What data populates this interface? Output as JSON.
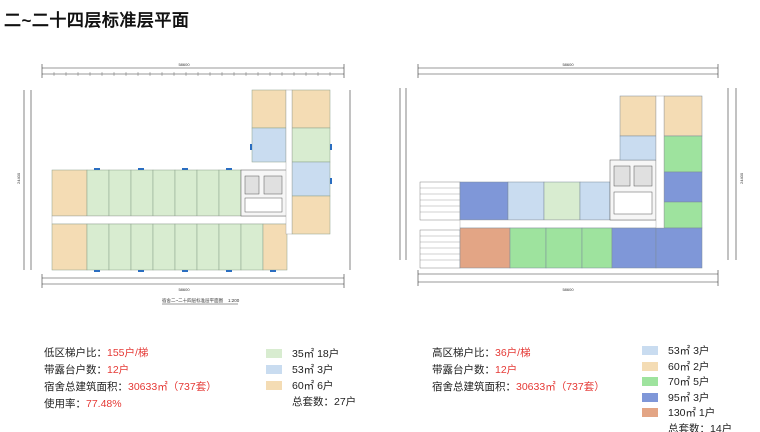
{
  "page": {
    "title": "二~二十四层标准层平面"
  },
  "left_plan": {
    "top_dimension": "58600",
    "bottom_dimension": "58600",
    "side_dimension": "24400",
    "caption": "宿舍二~二十四层标准层平面图",
    "scale": "1:200"
  },
  "right_plan": {
    "top_dimension": "58600",
    "bottom_dimension": "58600",
    "side_dimension": "24400"
  },
  "left_stats": {
    "ratio_label": "低区梯户比：",
    "ratio_value": "155户/梯",
    "balcony_label": "带露台户数：",
    "balcony_value": "12户",
    "area_label": "宿舍总建筑面积：",
    "area_value": "30633㎡（737套）",
    "usage_label": "使用率：",
    "usage_value": "77.48%"
  },
  "right_stats": {
    "ratio_label": "高区梯户比：",
    "ratio_value": "36户/梯",
    "balcony_label": "带露台户数：",
    "balcony_value": "12户",
    "area_label": "宿舍总建筑面积：",
    "area_value": "30633㎡（737套）"
  },
  "left_legend": {
    "items": [
      {
        "label": "35㎡ 18户",
        "color": "#d8ecd0"
      },
      {
        "label": "53㎡ 3户",
        "color": "#c9dcf0"
      },
      {
        "label": "60㎡ 6户",
        "color": "#f4dcb4"
      }
    ],
    "total": "总套数：27户"
  },
  "right_legend": {
    "items": [
      {
        "label": "53㎡ 3户",
        "color": "#c9dcf0"
      },
      {
        "label": "60㎡ 2户",
        "color": "#f4dcb4"
      },
      {
        "label": "70㎡ 5户",
        "color": "#9ee39e"
      },
      {
        "label": "95㎡ 3户",
        "color": "#7f97d8"
      },
      {
        "label": "130㎡ 1户",
        "color": "#e3a585"
      }
    ],
    "total": "总套数：14户"
  },
  "colors": {
    "green_unit": "#d8ecd0",
    "blue_unit": "#c9dcf0",
    "tan_unit": "#f4dcb4",
    "bright_green": "#9ee39e",
    "dark_blue": "#7f97d8",
    "orange": "#e3a585",
    "highlight_red": "#e53935"
  }
}
